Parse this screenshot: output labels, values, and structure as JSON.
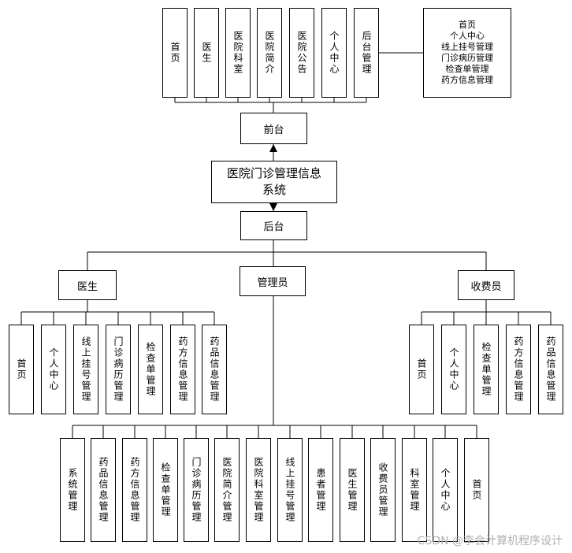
{
  "root": {
    "label": "医院门诊管理信息\n系统"
  },
  "front": {
    "label": "前台",
    "children": [
      "首页",
      "医生",
      "医院科室",
      "医院简介",
      "医院公告",
      "个人中心",
      "后台管理"
    ],
    "backend_list": [
      "首页",
      "个人中心",
      "线上挂号管理",
      "门诊病历管理",
      "检查单管理",
      "药方信息管理"
    ]
  },
  "back": {
    "label": "后台"
  },
  "doctor": {
    "label": "医生",
    "children": [
      "首页",
      "个人中心",
      "线上挂号管理",
      "门诊病历管理",
      "检查单管理",
      "药方信息管理",
      "药品信息管理"
    ]
  },
  "admin": {
    "label": "管理员",
    "children": [
      "系统管理",
      "药品信息管理",
      "药方信息管理",
      "检查单管理",
      "门诊病历管理",
      "医院简介管理",
      "医院科室管理",
      "线上挂号管理",
      "患者管理",
      "医生管理",
      "收费员管理",
      "科室管理",
      "个人中心",
      "首页"
    ]
  },
  "cashier": {
    "label": "收费员",
    "children": [
      "首页",
      "个人中心",
      "检查单管理",
      "药方信息管理",
      "药品信息管理"
    ]
  },
  "watermark": "CSDN @李会计算机程序设计"
}
